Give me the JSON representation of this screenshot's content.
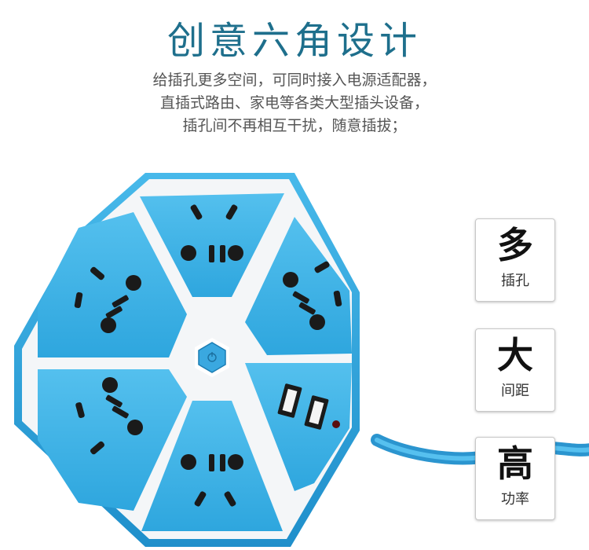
{
  "header": {
    "title": "创意六角设计"
  },
  "description": {
    "lines": [
      "给插孔更多空间，可同时接入电源适配器，",
      "直插式路由、家电等各类大型插头设备，",
      "插孔间不再相互干扰，随意插拔；"
    ]
  },
  "features": [
    {
      "big": "多",
      "small": "插孔"
    },
    {
      "big": "大",
      "small": "间距"
    },
    {
      "big": "高",
      "small": "功率"
    }
  ],
  "colors": {
    "title": "#1e6f8c",
    "outlet_blue": "#3fb4e6",
    "shell_blue": "#2aa3dc",
    "cable_blue": "#3aa6de",
    "panel_white": "#f4f6f8"
  },
  "icons": [
    "power-strip-image",
    "power-button-icon",
    "usb-port-icon",
    "indicator-light-icon"
  ]
}
